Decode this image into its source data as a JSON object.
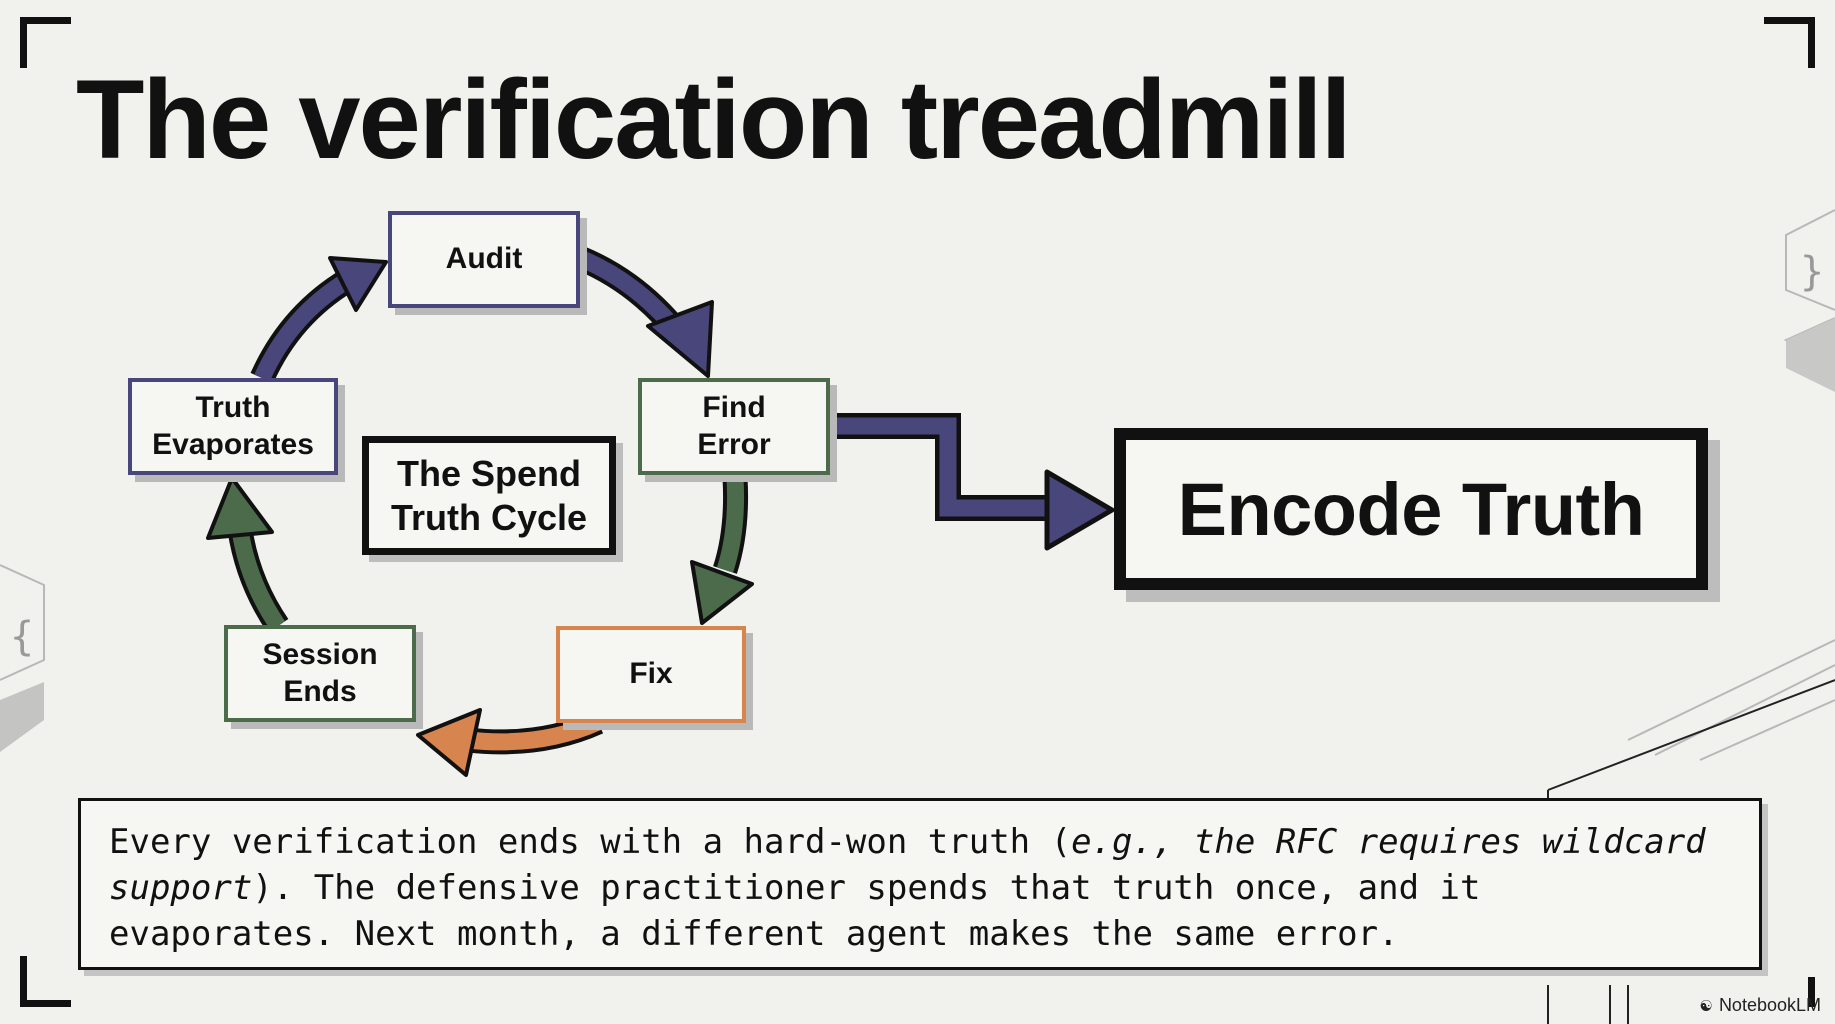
{
  "title": "The verification treadmill",
  "cycle": {
    "center_line1": "The Spend",
    "center_line2": "Truth Cycle",
    "nodes": {
      "audit": [
        "Audit"
      ],
      "find_error": [
        "Find",
        "Error"
      ],
      "fix": [
        "Fix"
      ],
      "session_ends": [
        "Session",
        "Ends"
      ],
      "truth_evaporates": [
        "Truth",
        "Evaporates"
      ]
    }
  },
  "outcome": "Encode Truth",
  "caption": {
    "l1_a": "Every verification ends with a hard-won truth (",
    "l1_em": "e.g., the RFC requires wildcard",
    "l2_em": "support",
    "l2_b": "). The defensive practitioner spends that truth once, and it",
    "l3": "evaporates. Next month, a different agent makes the same error."
  },
  "brand": "NotebookLM",
  "colors": {
    "blue": "#48467a",
    "green": "#4b6b4b",
    "orange": "#d8844f",
    "background": "#f1f1ee"
  },
  "icons": [
    "brace-open-icon",
    "brace-close-icon",
    "notebooklm-icon"
  ]
}
